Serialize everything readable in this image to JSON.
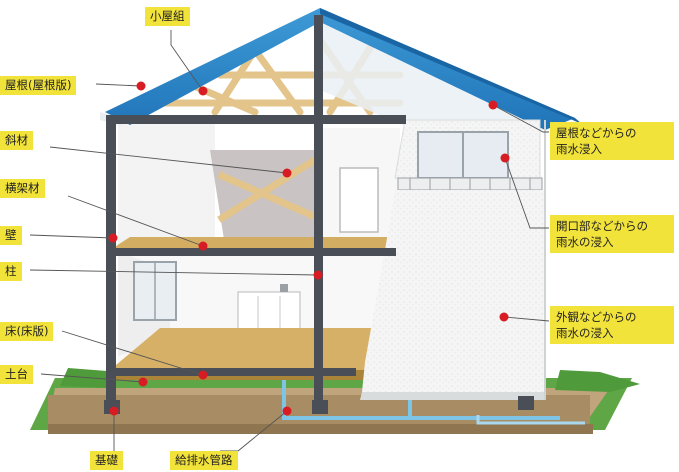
{
  "labels": {
    "koyagumi": "小屋組",
    "yane": "屋根(屋根版)",
    "shazai": "斜材",
    "yokogazai": "横架材",
    "kabe": "壁",
    "hashira": "柱",
    "yuka": "床(床版)",
    "dodai": "土台",
    "kiso": "基礎",
    "kyuhaisui": "給排水管路",
    "roof_leak_1": "屋根などからの",
    "roof_leak_2": "雨水浸入",
    "opening_leak_1": "開口部などからの",
    "opening_leak_2": "雨水の浸入",
    "exterior_leak_1": "外観などからの",
    "exterior_leak_2": "雨水の浸入"
  },
  "colors": {
    "label_bg": "#f2e33a",
    "marker": "#d81c24",
    "roof": "#2a86c8",
    "frame": "#4a4f57",
    "timber": "#e3c48b",
    "floor": "#d3ae62",
    "ground": "#b69c74",
    "grass": "#4f9a3a",
    "pipe": "#7ec4e6"
  }
}
